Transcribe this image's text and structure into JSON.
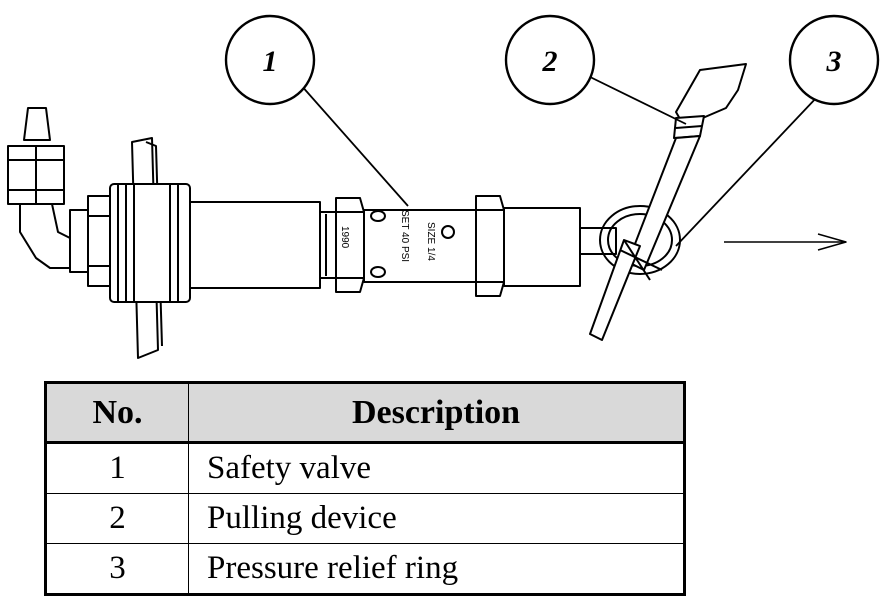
{
  "callouts": [
    {
      "number": "1",
      "target": "Safety valve"
    },
    {
      "number": "2",
      "target": "Pulling device"
    },
    {
      "number": "3",
      "target": "Pressure relief ring"
    }
  ],
  "valve_markings": {
    "year": "1990",
    "set_pressure": "SET 40 PSI",
    "size": "SIZE 1/4"
  },
  "legend": {
    "headers": {
      "no": "No.",
      "description": "Description"
    },
    "rows": [
      {
        "no": "1",
        "description": "Safety valve"
      },
      {
        "no": "2",
        "description": "Pulling device"
      },
      {
        "no": "3",
        "description": "Pressure relief ring"
      }
    ]
  }
}
